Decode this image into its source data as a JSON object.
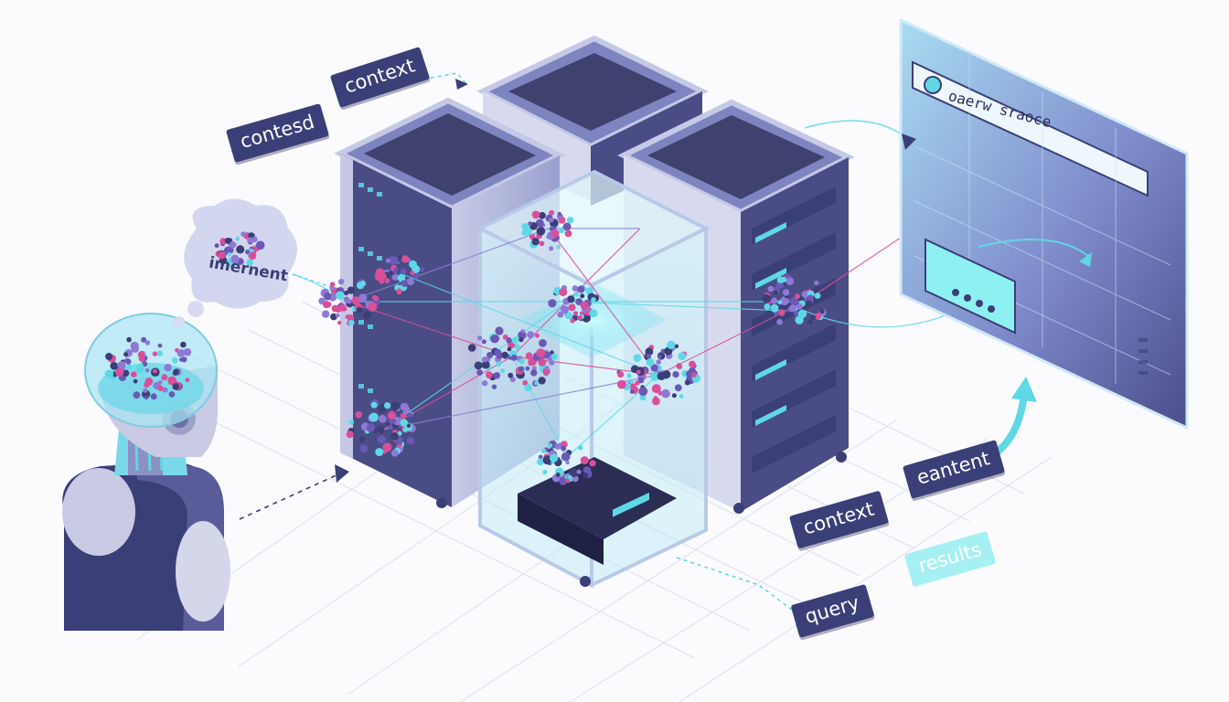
{
  "labels": {
    "context_top": "context",
    "contesd": "contesd",
    "thought": "imernent",
    "context_bottom": "context",
    "eantent": "eantent",
    "results": "results",
    "query": "query"
  },
  "screen": {
    "title": "oaerw sraoce"
  },
  "colors": {
    "navy": "#3b3f77",
    "cyan": "#5fd8e6",
    "magenta": "#d94f9a",
    "purple": "#6a58b5",
    "server": "#4a4c86",
    "background": "#fbfbfe"
  },
  "icons": [
    "robot-head-icon",
    "thought-bubble-icon",
    "server-rack-icon",
    "user-avatar-icon",
    "arrow-icon"
  ]
}
